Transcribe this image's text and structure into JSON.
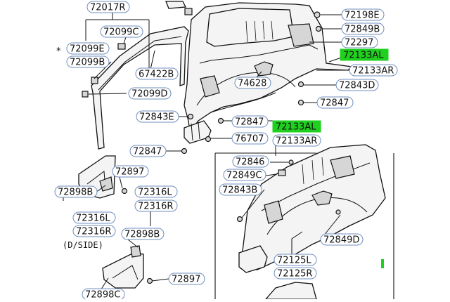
{
  "diagram": {
    "accent_color": "#1fd01f",
    "box_stroke_color": "#6f8fc0",
    "asterisk": "*",
    "side_note": "(D/SIDE)",
    "callouts": [
      {
        "id": "c1",
        "text": "72017R",
        "highlight": false
      },
      {
        "id": "c2",
        "text": "72099C",
        "highlight": false
      },
      {
        "id": "c3",
        "text": "72099E",
        "highlight": false
      },
      {
        "id": "c4",
        "text": "72099B",
        "highlight": false
      },
      {
        "id": "c5",
        "text": "67422B",
        "highlight": false
      },
      {
        "id": "c6",
        "text": "72099D",
        "highlight": false
      },
      {
        "id": "c7",
        "text": "72198E",
        "highlight": false
      },
      {
        "id": "c8",
        "text": "72849B",
        "highlight": false
      },
      {
        "id": "c9",
        "text": "72297",
        "highlight": false
      },
      {
        "id": "c10",
        "text": "72133AL",
        "highlight": true
      },
      {
        "id": "c11",
        "text": "72133AR",
        "highlight": false
      },
      {
        "id": "c12",
        "text": "74628",
        "highlight": false
      },
      {
        "id": "c13",
        "text": "72843D",
        "highlight": false
      },
      {
        "id": "c14",
        "text": "72847",
        "highlight": false
      },
      {
        "id": "c15",
        "text": "72843E",
        "highlight": false
      },
      {
        "id": "c16",
        "text": "72847",
        "highlight": false
      },
      {
        "id": "c17",
        "text": "72133AL",
        "highlight": true
      },
      {
        "id": "c18",
        "text": "76707",
        "highlight": false
      },
      {
        "id": "c19",
        "text": "72133AR",
        "highlight": false
      },
      {
        "id": "c20",
        "text": "72847",
        "highlight": false
      },
      {
        "id": "c21",
        "text": "72846",
        "highlight": false
      },
      {
        "id": "c22",
        "text": "72897",
        "highlight": false
      },
      {
        "id": "c23",
        "text": "72849C",
        "highlight": false
      },
      {
        "id": "c24",
        "text": "72898B",
        "highlight": false
      },
      {
        "id": "c25",
        "text": "72843B",
        "highlight": false
      },
      {
        "id": "c26",
        "text": "72316L",
        "highlight": false
      },
      {
        "id": "c27",
        "text": "72316R",
        "highlight": false
      },
      {
        "id": "c28",
        "text": "72316L",
        "highlight": false
      },
      {
        "id": "c29",
        "text": "72316R",
        "highlight": false
      },
      {
        "id": "c30",
        "text": "72898B",
        "highlight": false
      },
      {
        "id": "c31",
        "text": "72849D",
        "highlight": false
      },
      {
        "id": "c32",
        "text": "72125L",
        "highlight": false
      },
      {
        "id": "c33",
        "text": "72125R",
        "highlight": false
      },
      {
        "id": "c34",
        "text": "72897",
        "highlight": false
      },
      {
        "id": "c35",
        "text": "72898C",
        "highlight": false
      }
    ]
  }
}
